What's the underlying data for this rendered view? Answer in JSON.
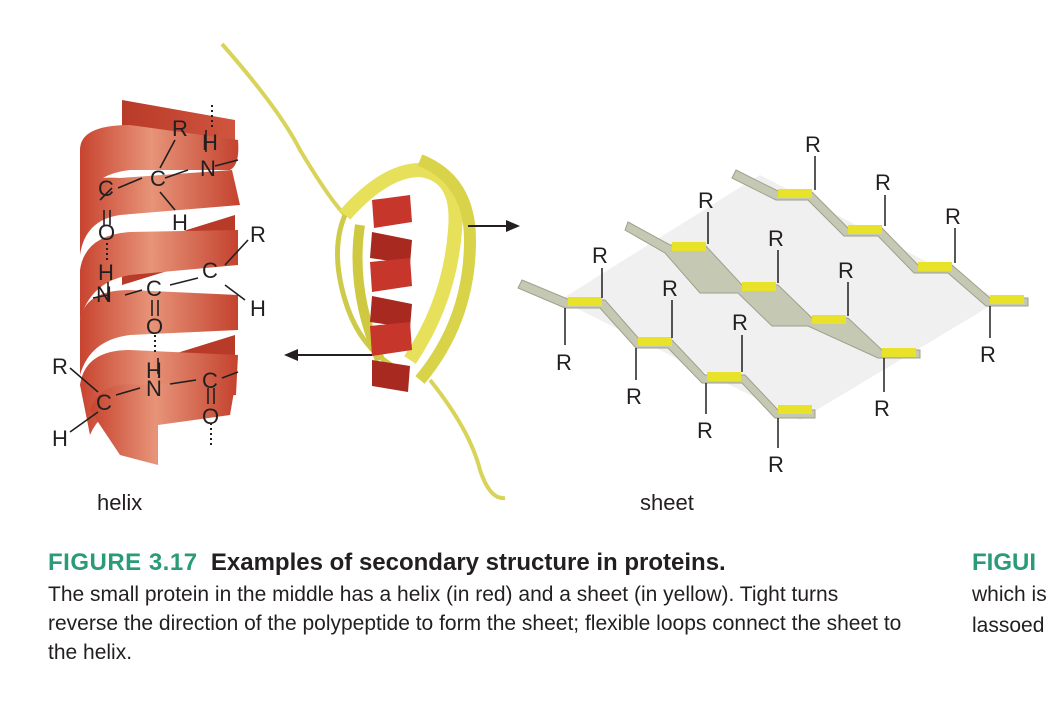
{
  "figure": {
    "helix_label": "helix",
    "sheet_label": "sheet",
    "helix_atoms": {
      "R1": "R",
      "H_top": "H",
      "N1": "N",
      "C1a": "C",
      "C1b": "C",
      "H1": "H",
      "O1": "O",
      "H2": "H",
      "R2": "R",
      "N2": "N",
      "C2a": "C",
      "C2b": "C",
      "H3": "H",
      "O2": "O",
      "H4": "H",
      "R3": "R",
      "C3a": "C",
      "N3": "N",
      "C3b": "C",
      "H5": "H",
      "O3": "O"
    },
    "sheet_r": "R",
    "colors": {
      "helix": "#d9604a",
      "sheet_strand": "#c5c8b3",
      "sheet_bond": "#e8e22a",
      "accent": "#2a9a79"
    }
  },
  "caption": {
    "number": "FIGURE 3.17",
    "title": "Examples of secondary structure in proteins.",
    "body": "The small protein in the middle has a helix (in red) and a sheet (in yellow). Tight turns reverse the direction of the polypeptide to form the sheet; flexible loops connect the sheet to the helix."
  },
  "next_figure": {
    "number": "FIGUI",
    "line1": "which is",
    "line2": "lassoed"
  }
}
